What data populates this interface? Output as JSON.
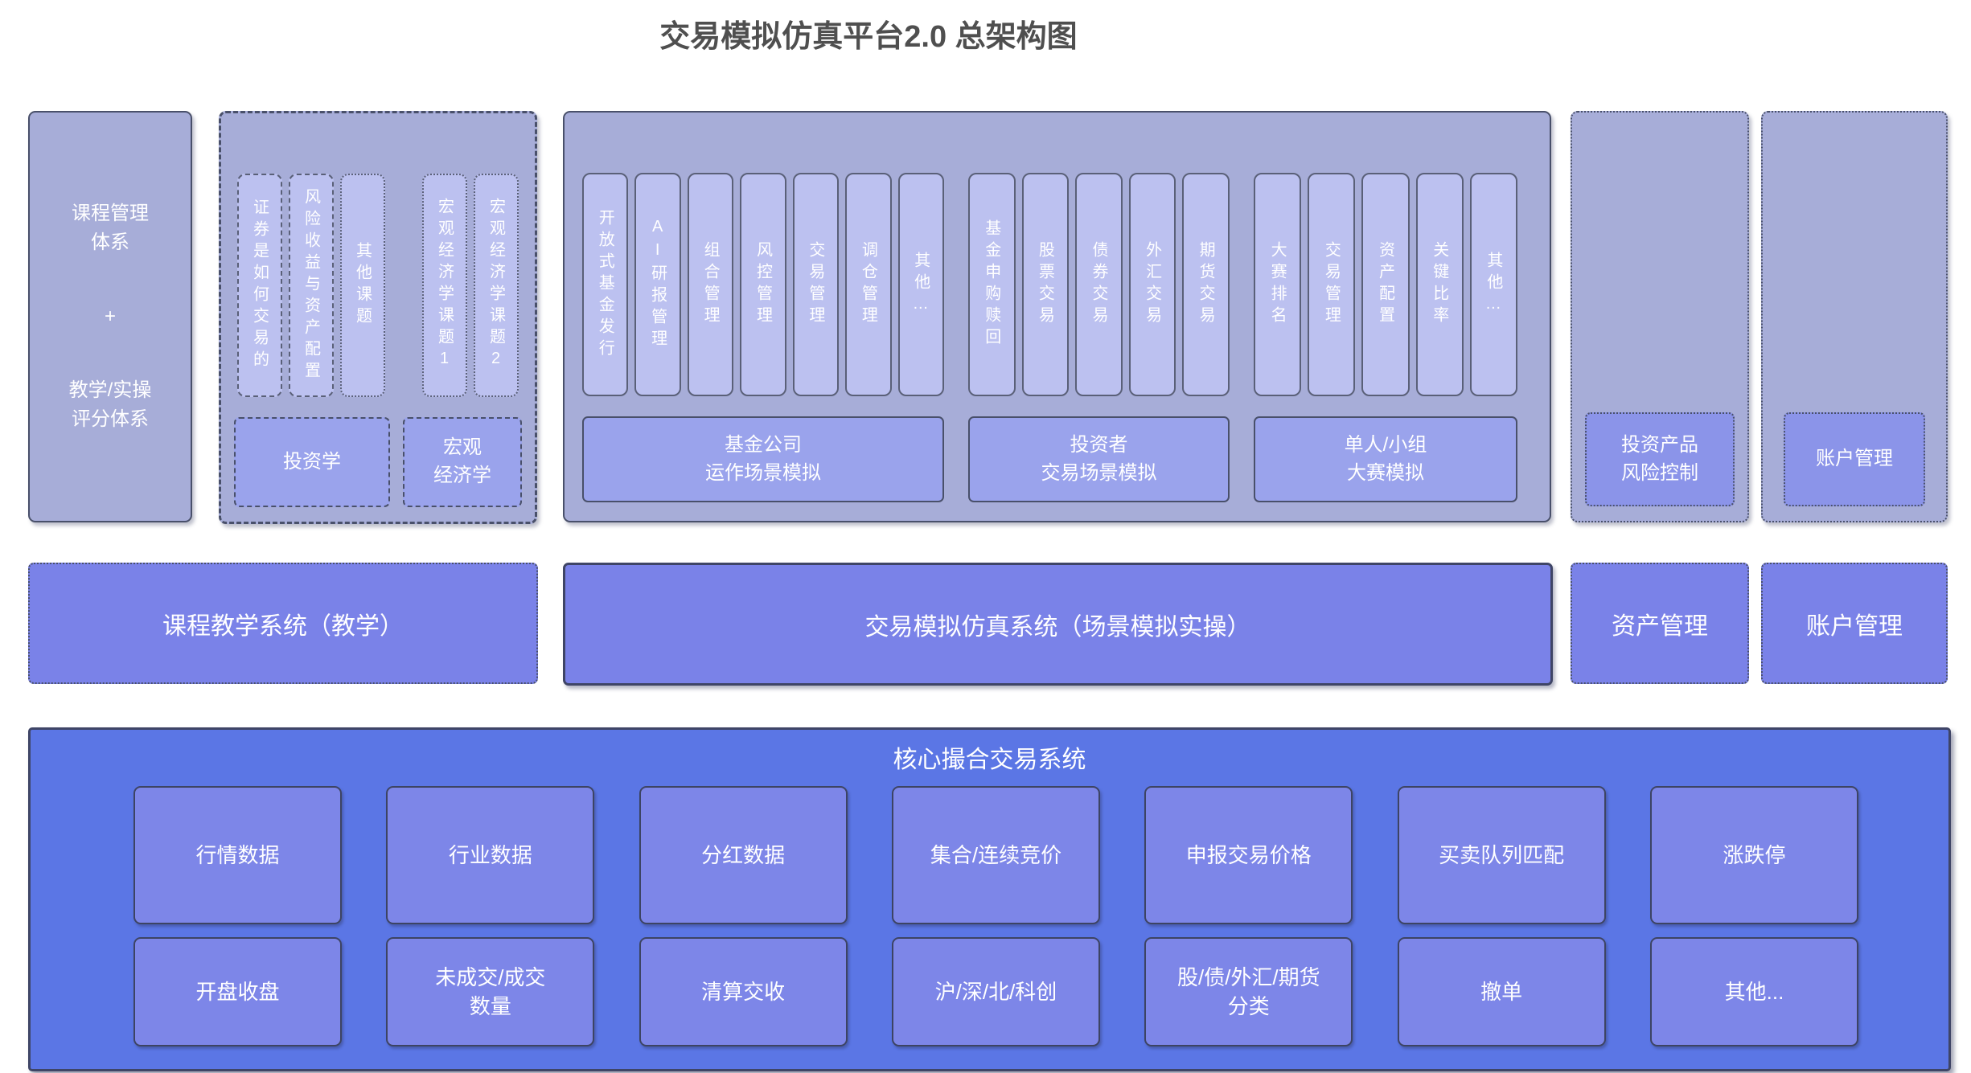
{
  "title": "交易模拟仿真平台2.0 总架构图",
  "top": {
    "course_mgmt": {
      "block1": "课程管理\n体系",
      "plus": "+",
      "block2": "教学/实操\n评分体系"
    },
    "topics": {
      "columns": [
        "证券是如何交易的",
        "风险收益与资产配置",
        "其他课题",
        "宏观经济学课题1",
        "宏观经济学课题2"
      ],
      "boxes": [
        "投资学",
        "宏观\n经济学"
      ]
    },
    "sim": {
      "sections": [
        {
          "columns": [
            "开放式基金发行",
            "AI研报管理",
            "组合管理",
            "风控管理",
            "交易管理",
            "调仓管理",
            "其他…"
          ],
          "box": "基金公司\n运作场景模拟"
        },
        {
          "columns": [
            "基金申购赎回",
            "股票交易",
            "债券交易",
            "外汇交易",
            "期货交易"
          ],
          "box": "投资者\n交易场景模拟"
        },
        {
          "columns": [
            "大赛排名",
            "交易管理",
            "资产配置",
            "关键比率",
            "其他…"
          ],
          "box": "单人/小组\n大赛模拟"
        }
      ]
    },
    "risk": {
      "box": "投资产品\n风险控制"
    },
    "account": {
      "box": "账户管理"
    }
  },
  "middle": {
    "teaching": "课程教学系统（教学）",
    "simulation": "交易模拟仿真系统（场景模拟实操）",
    "asset": "资产管理",
    "account": "账户管理"
  },
  "core": {
    "title": "核心撮合交易系统",
    "row1": [
      "行情数据",
      "行业数据",
      "分红数据",
      "集合/连续竞价",
      "申报交易价格",
      "买卖队列匹配",
      "涨跌停"
    ],
    "row2": [
      "开盘收盘",
      "未成交/成交\n数量",
      "清算交收",
      "沪/深/北/科创",
      "股/债/外汇/期货\n分类",
      "撤单",
      "其他..."
    ]
  },
  "colors": {
    "panel_fill": "#a7add8",
    "column_fill": "#bcc1f0",
    "group_box_fill": "#9aa3ec",
    "side_box_fill": "#8b94e9",
    "middle_fill": "#7a82e8",
    "core_fill": "#5b76e5",
    "core_box_fill": "#7d86e8",
    "border_dark": "#49506a",
    "title_color": "#4f4f4f"
  }
}
